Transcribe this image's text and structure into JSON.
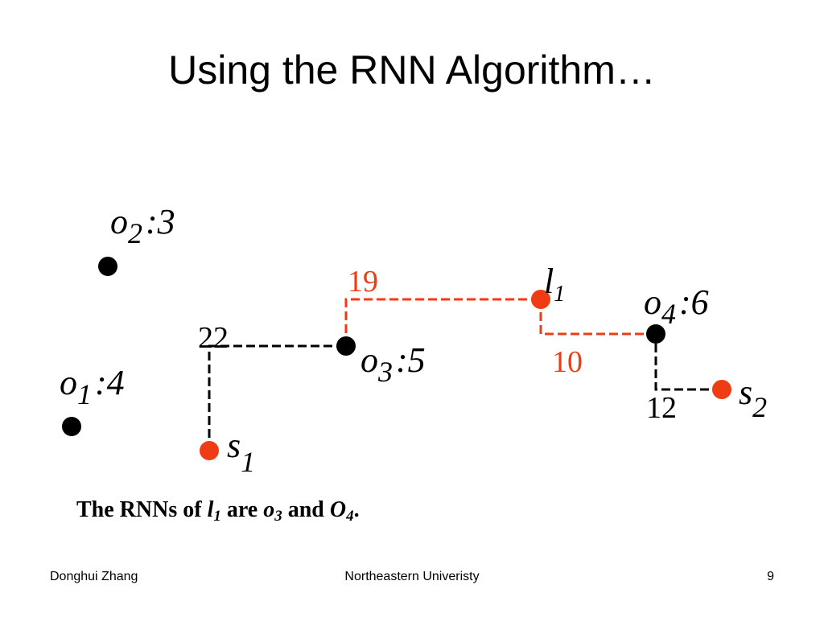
{
  "title": "Using the RNN Algorithm…",
  "colors": {
    "highlight": "#f03c14",
    "normal": "#000000"
  },
  "nodes": {
    "o1": {
      "base": "o",
      "sub": "1",
      "weight": ":4"
    },
    "o2": {
      "base": "o",
      "sub": "2",
      "weight": ":3"
    },
    "o3": {
      "base": "o",
      "sub": "3",
      "weight": ":5"
    },
    "o4": {
      "base": "o",
      "sub": "4",
      "weight": ":6"
    },
    "l1": {
      "base": "l",
      "sub": "1"
    },
    "s1": {
      "base": "s",
      "sub": "1"
    },
    "s2": {
      "base": "s",
      "sub": "2"
    }
  },
  "edge_labels": {
    "l1_o3": "19",
    "l1_o4": "10",
    "s1_o3": "22",
    "s2_o4": "12"
  },
  "caption": {
    "prefix": "The RNNs of ",
    "l_base": "l",
    "l_sub": "1",
    "middle": " are ",
    "o3_base": "o",
    "o3_sub": "3",
    "and": " and ",
    "O4_base": "O",
    "O4_sub": "4",
    "end": "."
  },
  "footer": {
    "left": "Donghui Zhang",
    "center": "Northeastern Univeristy",
    "page": "9"
  }
}
